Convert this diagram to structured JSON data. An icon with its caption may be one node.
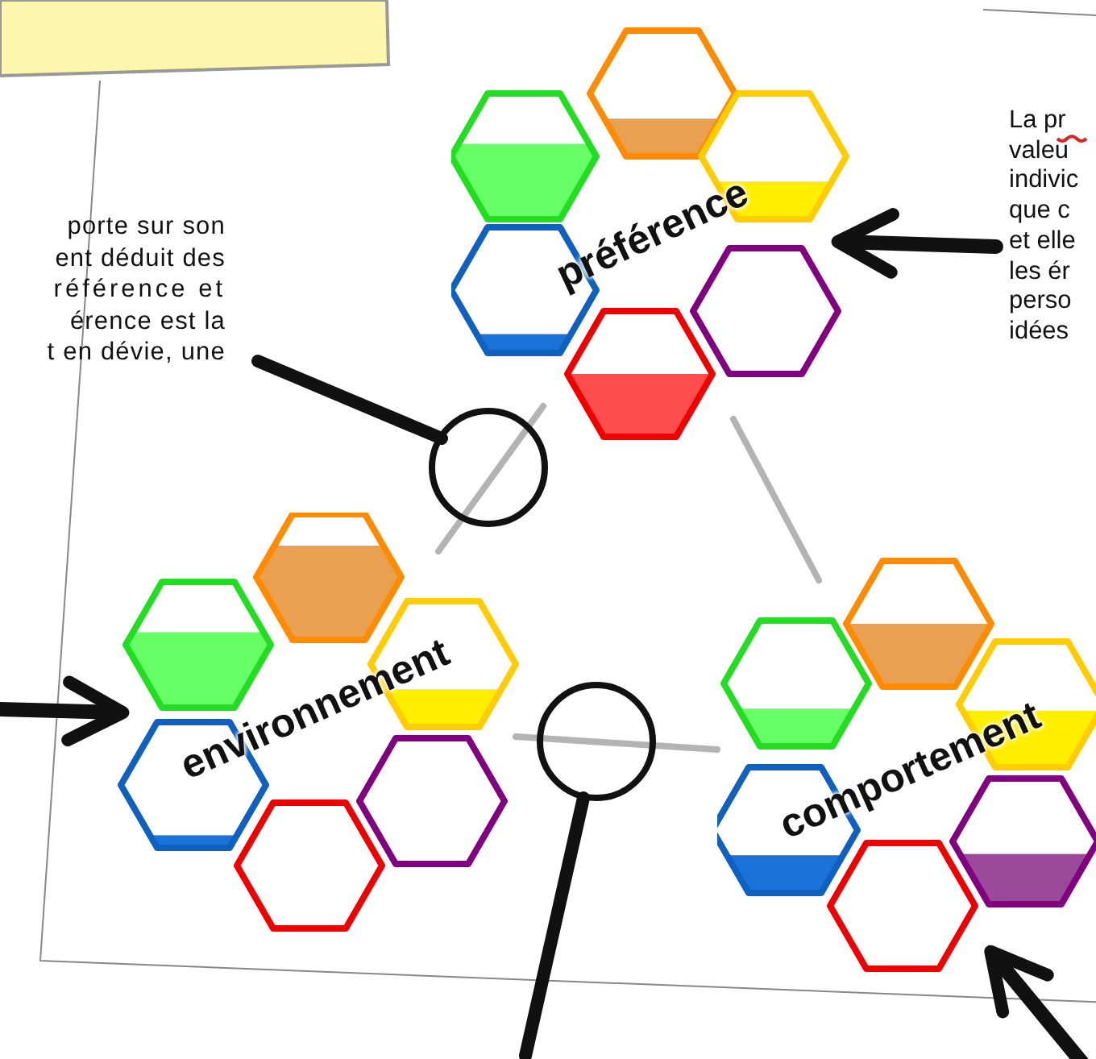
{
  "diagram": {
    "nodes": [
      {
        "text": [
          "préférence"
        ]
      },
      {
        "text": [
          "environnement"
        ]
      },
      {
        "text": [
          "comportement"
        ]
      },
      {
        "text": [],
        "shape": "box"
      }
    ],
    "edges": [
      {
        "from": 0,
        "to": 1,
        "arrow": "none",
        "color": "#b3b3b3"
      },
      {
        "from": 0,
        "to": 2,
        "arrow": "none",
        "color": "#b3b3b3"
      },
      {
        "from": 1,
        "to": 2,
        "arrow": "none",
        "color": "#b3b3b3"
      },
      {
        "from": null,
        "to": 1,
        "arrow": "to",
        "style": "thick",
        "color": "#111111"
      },
      {
        "from": null,
        "to": 0,
        "arrow": "to",
        "style": "thick",
        "color": "#111111"
      },
      {
        "from": null,
        "to": 2,
        "arrow": "to",
        "style": "thick",
        "color": "#111111"
      }
    ],
    "labels": [
      "porte sur son",
      "ent déduit des",
      "référence et",
      "érence est la",
      "t en dévie, une",
      "La pr",
      "valeu",
      "indivic",
      "que c",
      "et elle",
      "les ér",
      "perso",
      "idées"
    ]
  }
}
